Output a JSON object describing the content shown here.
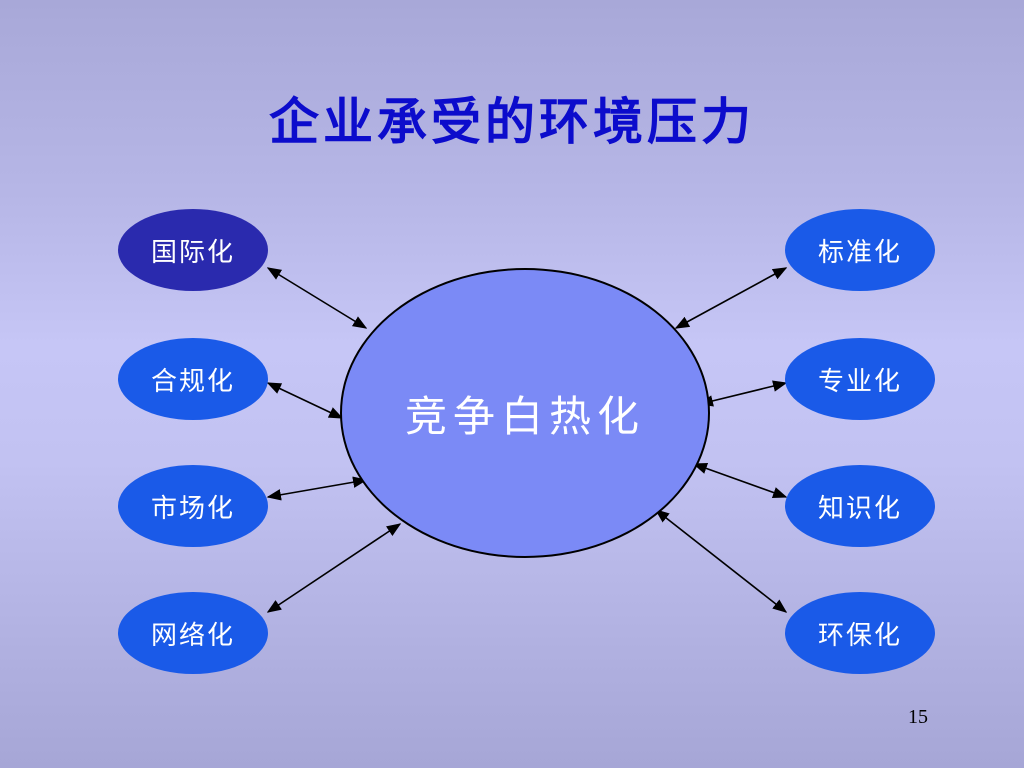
{
  "slide": {
    "title": "企业承受的环境压力",
    "center_label": "竞争白热化",
    "left_nodes": [
      "国际化",
      "合规化",
      "市场化",
      "网络化"
    ],
    "right_nodes": [
      "标准化",
      "专业化",
      "知识化",
      "环保化"
    ],
    "page_number": "15"
  },
  "colors": {
    "title": "#0c0ccc",
    "center_fill": "#7b8af6",
    "node_fill": "#1a5ae8",
    "highlighted_node_fill": "#2a2aae"
  }
}
